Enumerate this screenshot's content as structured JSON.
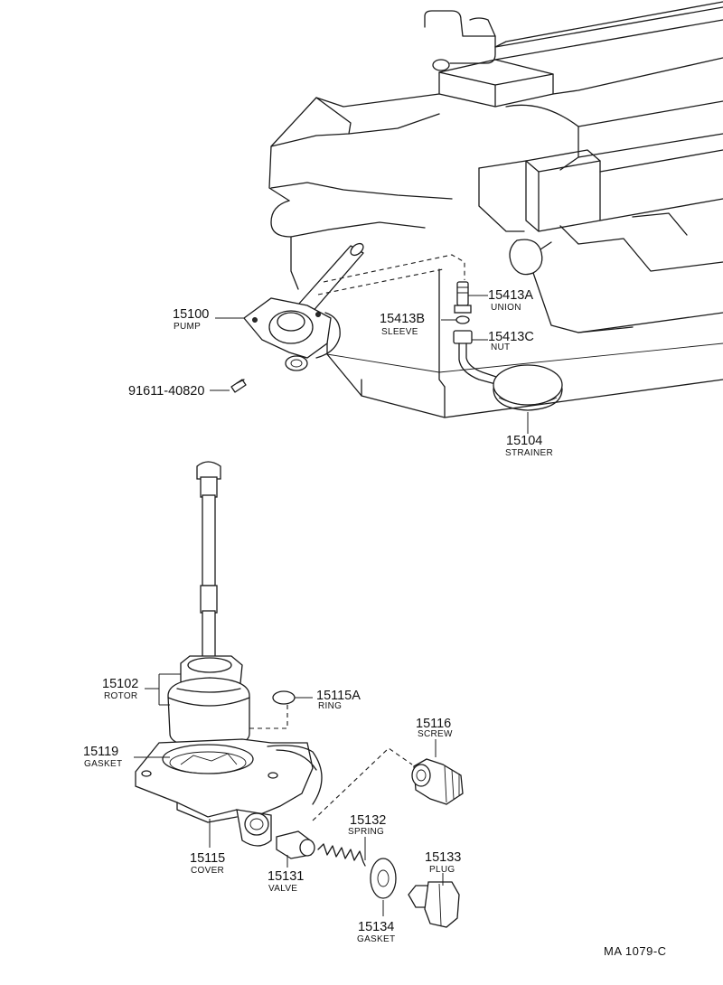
{
  "parts": [
    {
      "id": "15100",
      "number": "15100",
      "name": "PUMP"
    },
    {
      "id": "15413a",
      "number": "15413A",
      "name": "UNION"
    },
    {
      "id": "15413b",
      "number": "15413B",
      "name": "SLEEVE"
    },
    {
      "id": "15413c",
      "number": "15413C",
      "name": "NUT"
    },
    {
      "id": "91611",
      "number": "91611-40820",
      "name": ""
    },
    {
      "id": "15104",
      "number": "15104",
      "name": "STRAINER"
    },
    {
      "id": "15102",
      "number": "15102",
      "name": "ROTOR"
    },
    {
      "id": "15115a",
      "number": "15115A",
      "name": "RING"
    },
    {
      "id": "15116",
      "number": "15116",
      "name": "SCREW"
    },
    {
      "id": "15119",
      "number": "15119",
      "name": "GASKET"
    },
    {
      "id": "15132",
      "number": "15132",
      "name": "SPRING"
    },
    {
      "id": "15133",
      "number": "15133",
      "name": "PLUG"
    },
    {
      "id": "15115",
      "number": "15115",
      "name": "COVER"
    },
    {
      "id": "15131",
      "number": "15131",
      "name": "VALVE"
    },
    {
      "id": "15134",
      "number": "15134",
      "name": "GASKET"
    }
  ],
  "drawing_ref": "MA 1079-C"
}
